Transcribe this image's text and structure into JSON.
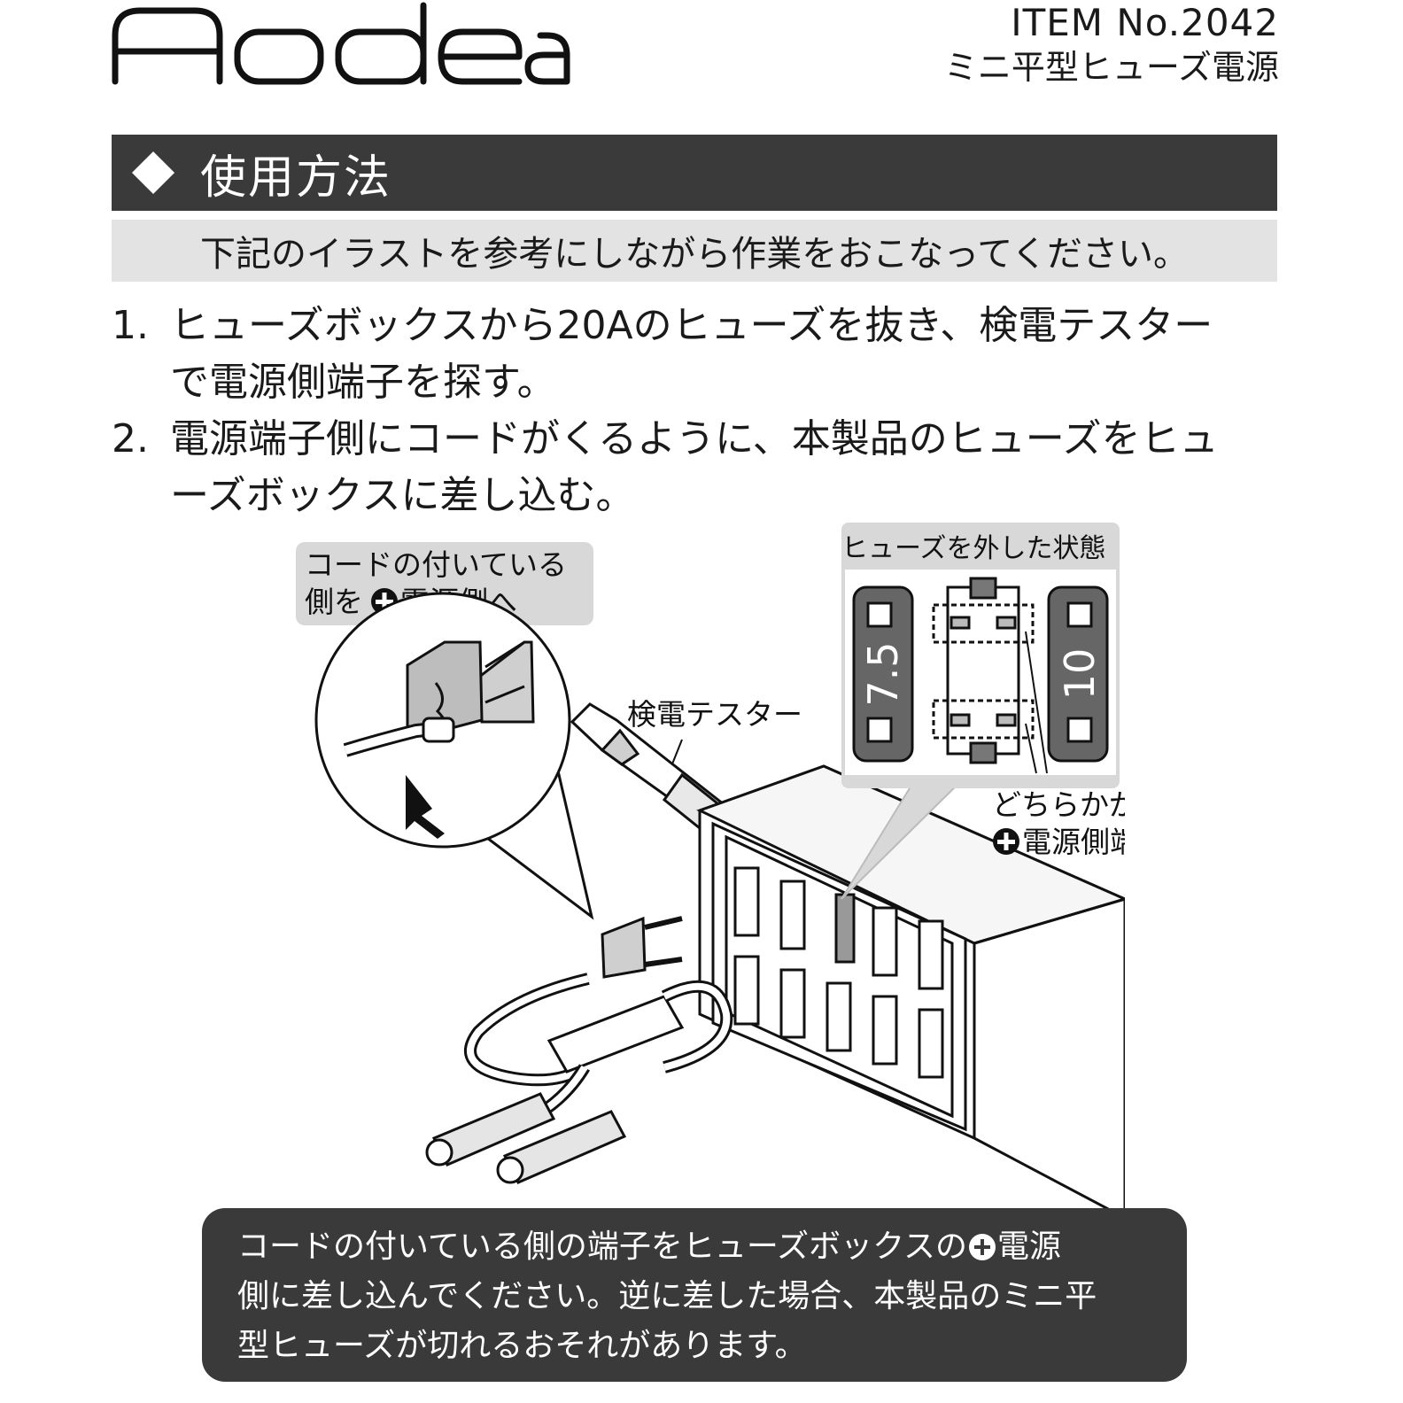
{
  "header": {
    "brand": "Aodea",
    "item_no": "ITEM No.2042",
    "product_name": "ミニ平型ヒューズ電源"
  },
  "section": {
    "title": "使用方法"
  },
  "intro": "下記のイラストを参考にしながら作業をおこなってください。",
  "steps": [
    {
      "num": "1.",
      "line1": "ヒューズボックスから20Aのヒューズを抜き、検電テスター",
      "line2": "で電源側端子を探す。"
    },
    {
      "num": "2.",
      "line1": "電源端子側にコードがくるように、本製品のヒューズをヒュ",
      "line2": "ーズボックスに差し込む。"
    }
  ],
  "illustration": {
    "callout_line1": "コードの付いている",
    "callout_line2a": "側を",
    "callout_line2b": "電源側へ",
    "tester_label": "検電テスター",
    "removed_label": "ヒューズを外した状態",
    "fuse_left_rating": "7.5",
    "fuse_right_rating": "10",
    "either_label": "どちらかが",
    "terminal_label": "電源側端子"
  },
  "warning": {
    "line1a": "コードの付いている側の端子をヒューズボックスの",
    "line1b": "電源",
    "line2": "側に差し込んでください。逆に差した場合、本製品のミニ平",
    "line3": "型ヒューズが切れるおそれがあります。"
  }
}
